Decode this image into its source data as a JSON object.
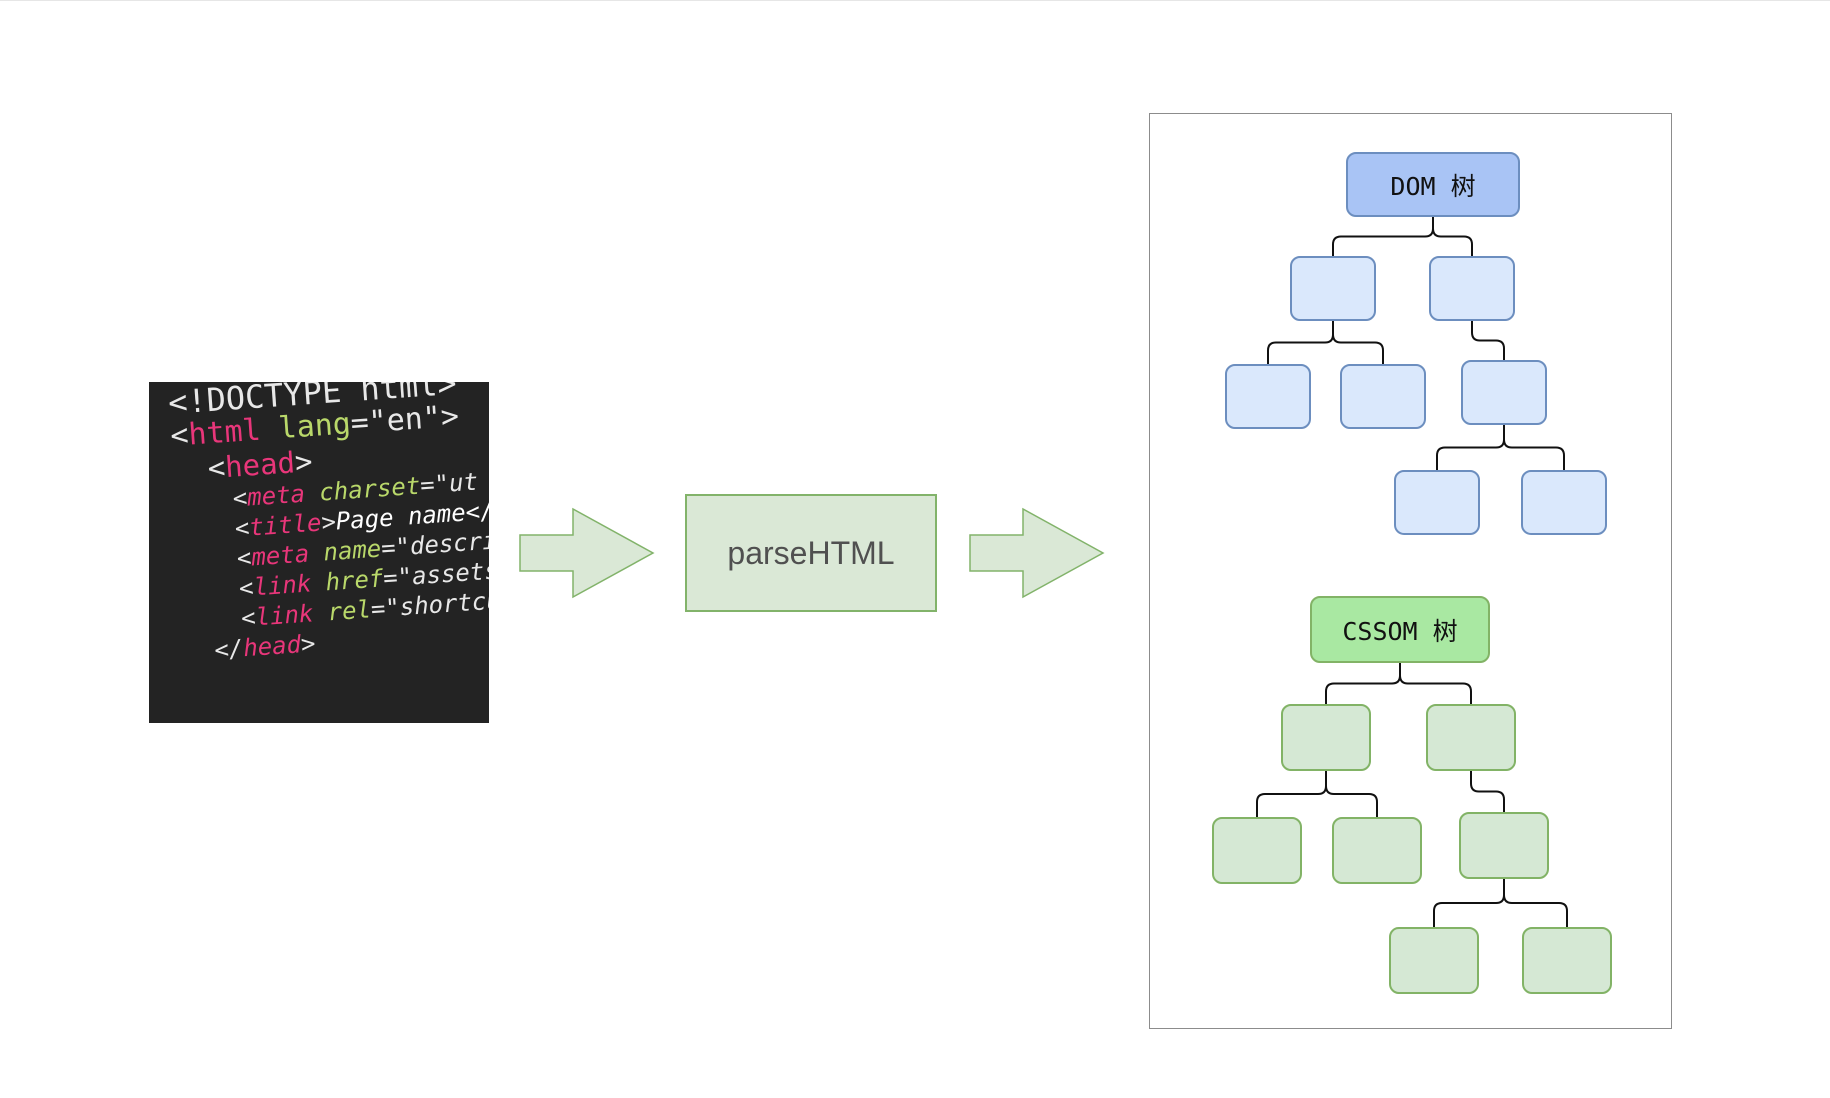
{
  "code": {
    "lines": [
      [
        {
          "t": "<!DOCTYPE html>",
          "c": "ink"
        }
      ],
      [
        {
          "t": "<",
          "c": "ink"
        },
        {
          "t": "html",
          "c": "tag"
        },
        {
          "t": " lang",
          "c": "attr"
        },
        {
          "t": "=\"en\">",
          "c": "str"
        }
      ],
      [
        {
          "t": "  <",
          "c": "ink"
        },
        {
          "t": "head",
          "c": "tag"
        },
        {
          "t": ">",
          "c": "ink"
        }
      ],
      [
        {
          "t": "    <",
          "c": "ink"
        },
        {
          "t": "meta",
          "c": "tag"
        },
        {
          "t": " charset",
          "c": "attr"
        },
        {
          "t": "=\"ut",
          "c": "str"
        }
      ],
      [
        {
          "t": "    <",
          "c": "ink"
        },
        {
          "t": "title",
          "c": "tag"
        },
        {
          "t": ">",
          "c": "ink"
        },
        {
          "t": "Page name</",
          "c": "txt"
        }
      ],
      [
        {
          "t": "    <",
          "c": "ink"
        },
        {
          "t": "meta",
          "c": "tag"
        },
        {
          "t": " name",
          "c": "attr"
        },
        {
          "t": "=\"descri",
          "c": "str"
        }
      ],
      [
        {
          "t": "    <",
          "c": "ink"
        },
        {
          "t": "link",
          "c": "tag"
        },
        {
          "t": " href",
          "c": "attr"
        },
        {
          "t": "=\"assets/",
          "c": "str"
        }
      ],
      [
        {
          "t": "    <",
          "c": "ink"
        },
        {
          "t": "link",
          "c": "tag"
        },
        {
          "t": " rel",
          "c": "attr"
        },
        {
          "t": "=\"shortcut",
          "c": "str"
        }
      ],
      [
        {
          "t": "  </",
          "c": "ink"
        },
        {
          "t": "head",
          "c": "tag"
        },
        {
          "t": ">",
          "c": "ink"
        }
      ]
    ]
  },
  "process": {
    "label": "parseHTML"
  },
  "output": {
    "dom_tree": {
      "label": "DOM 树",
      "fill": "#a9c4f5",
      "stroke": "#6c8ebf",
      "node_fill": "#dae8fc"
    },
    "cssom_tree": {
      "label": "CSSOM 树",
      "fill": "#a9e8a2",
      "stroke": "#82b366",
      "node_fill": "#d5e8d4"
    }
  },
  "colors": {
    "arrow_fill": "#dae8d6",
    "arrow_stroke": "#82b36a",
    "edge": "#111111"
  }
}
